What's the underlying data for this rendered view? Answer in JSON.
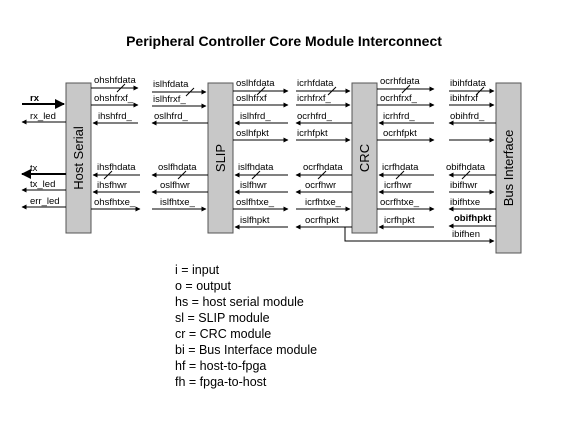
{
  "title": "Peripheral Controller Core Module Interconnect",
  "modules": {
    "host_serial": "Host Serial",
    "slip": "SLIP",
    "crc": "CRC",
    "bus_interface": "Bus Interface"
  },
  "signals": {
    "rx": "rx",
    "rx_led": "rx_led",
    "tx": "tx",
    "tx_led": "tx_led",
    "err_led": "err_led",
    "ohshfdata": "ohshfdata",
    "ohshfrxf": "ohshfrxf_",
    "ihshfrd": "ihshfrd_",
    "ihsfhdata": "ihsfhdata",
    "ihsfhwr": "ihsfhwr",
    "ohsfhtxe": "ohsfhtxe_",
    "islhfdata": "islhfdata",
    "islhfrxf": "islhfrxf_",
    "oslhfrd": "oslhfrd_",
    "oslfhdata": "oslfhdata",
    "oslfhwr": "oslfhwr",
    "islfhtxe": "islfhtxe_",
    "oslhfdata": "oslhfdata",
    "oslhfrxf": "oslhfrxf",
    "islhfrd": "islhfrd_",
    "oslhfpkt": "oslhfpkt",
    "islfhdata": "islfhdata",
    "islfhwr": "islfhwr",
    "oslfhtxe": "oslfhtxe_",
    "islfhpkt": "islfhpkt",
    "icrhfdata": "icrhfdata",
    "icrhfrxf": "icrhfrxf_",
    "ocrhfrd": "ocrhfrd_",
    "icrhfpkt": "icrhfpkt",
    "ocrfhdata": "ocrfhdata",
    "ocrfhwr": "ocrfhwr",
    "icrfhtxe": "icrfhtxe_",
    "ocrfhpkt": "ocrfhpkt",
    "ocrhfdata": "ocrhfdata",
    "ocrhfrxf": "ocrhfrxf_",
    "icrhfrd": "icrhfrd_",
    "ocrhfpkt": "ocrhfpkt",
    "icrfhdata": "icrfhdata",
    "icrfhwr": "icrfhwr",
    "ocrfhtxe": "ocrfhtxe_",
    "icrfhpkt": "icrfhpkt",
    "ibihfdata": "ibihfdata",
    "ibihfrxf": "ibihfrxf",
    "obihfrd": "obihfrd_",
    "obifhdata": "obifhdata",
    "ibifhwr": "ibifhwr",
    "ibifhtxe": "ibifhtxe",
    "obifhpkt": "obifhpkt",
    "ibifhen": "ibifhen"
  },
  "legend": [
    "i = input",
    "o = output",
    "hs = host serial module",
    "sl = SLIP module",
    "cr = CRC module",
    "bi = Bus Interface module",
    "hf = host-to-fpga",
    "fh = fpga-to-host"
  ]
}
